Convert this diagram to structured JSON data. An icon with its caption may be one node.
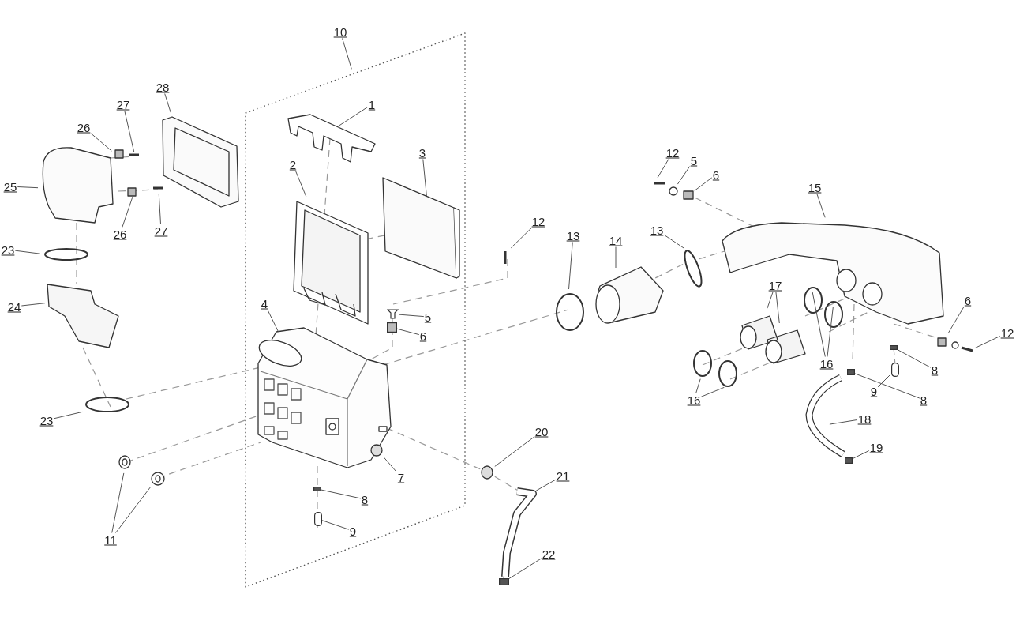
{
  "diagram": {
    "nodes": [
      {
        "text": [
          "10"
        ]
      },
      {
        "text": [
          "28"
        ]
      },
      {
        "text": [
          "1"
        ]
      },
      {
        "text": [
          "27"
        ]
      },
      {
        "text": [
          "26"
        ]
      },
      {
        "text": [
          "12"
        ]
      },
      {
        "text": [
          "5"
        ]
      },
      {
        "text": [
          "3"
        ]
      },
      {
        "text": [
          "6"
        ]
      },
      {
        "text": [
          "2"
        ]
      },
      {
        "text": [
          "25"
        ]
      },
      {
        "text": [
          "15"
        ]
      },
      {
        "text": [
          "12"
        ]
      },
      {
        "text": [
          "13"
        ]
      },
      {
        "text": [
          "13"
        ]
      },
      {
        "text": [
          "14"
        ]
      },
      {
        "text": [
          "26"
        ]
      },
      {
        "text": [
          "27"
        ]
      },
      {
        "text": [
          "23"
        ]
      },
      {
        "text": [
          "17"
        ]
      },
      {
        "text": [
          "6"
        ]
      },
      {
        "text": [
          "24"
        ]
      },
      {
        "text": [
          "4"
        ]
      },
      {
        "text": [
          "5"
        ]
      },
      {
        "text": [
          "6"
        ]
      },
      {
        "text": [
          "12"
        ]
      },
      {
        "text": [
          "16"
        ]
      },
      {
        "text": [
          "8"
        ]
      },
      {
        "text": [
          "9"
        ]
      },
      {
        "text": [
          "8"
        ]
      },
      {
        "text": [
          "16"
        ]
      },
      {
        "text": [
          "18"
        ]
      },
      {
        "text": [
          "23"
        ]
      },
      {
        "text": [
          "20"
        ]
      },
      {
        "text": [
          "19"
        ]
      },
      {
        "text": [
          "21"
        ]
      },
      {
        "text": [
          "7"
        ]
      },
      {
        "text": [
          "8"
        ]
      },
      {
        "text": [
          "9"
        ]
      },
      {
        "text": [
          "11"
        ]
      },
      {
        "text": [
          "22"
        ]
      },
      {
        "text": [],
        "shape": "box"
      },
      {
        "text": [],
        "shape": "box"
      },
      {
        "text": [],
        "shape": "picture"
      },
      {
        "text": [],
        "shape": "box"
      },
      {
        "text": [],
        "shape": "box"
      },
      {
        "text": [],
        "shape": "box"
      },
      {
        "text": [],
        "shape": "box"
      },
      {
        "text": [],
        "shape": "box"
      },
      {
        "text": [],
        "shape": "box"
      }
    ],
    "edges": [
      {
        "from": 0,
        "to": null,
        "arrow": "none"
      },
      {
        "from": 1,
        "to": null,
        "arrow": "none"
      },
      {
        "from": 2,
        "to": null,
        "arrow": "none"
      },
      {
        "from": 3,
        "to": null,
        "arrow": "none"
      },
      {
        "from": 4,
        "to": null,
        "arrow": "none"
      },
      {
        "from": 5,
        "to": null,
        "arrow": "none"
      },
      {
        "from": 6,
        "to": null,
        "arrow": "none"
      },
      {
        "from": 7,
        "to": null,
        "arrow": "none"
      },
      {
        "from": 8,
        "to": null,
        "arrow": "none"
      },
      {
        "from": 9,
        "to": null,
        "arrow": "none"
      },
      {
        "from": 10,
        "to": null,
        "arrow": "none"
      },
      {
        "from": 11,
        "to": null,
        "arrow": "none"
      },
      {
        "from": 12,
        "to": null,
        "arrow": "none"
      },
      {
        "from": 13,
        "to": null,
        "arrow": "none"
      },
      {
        "from": 14,
        "to": null,
        "arrow": "none"
      },
      {
        "from": 15,
        "to": null,
        "arrow": "none"
      },
      {
        "from": 16,
        "to": null,
        "arrow": "none"
      },
      {
        "from": 17,
        "to": null,
        "arrow": "none"
      },
      {
        "from": 18,
        "to": null,
        "arrow": "none"
      },
      {
        "from": 19,
        "to": null,
        "arrow": "none"
      },
      {
        "from": 19,
        "to": null,
        "arrow": "none"
      },
      {
        "from": 20,
        "to": null,
        "arrow": "none"
      },
      {
        "from": 21,
        "to": null,
        "arrow": "none"
      },
      {
        "from": 22,
        "to": null,
        "arrow": "none"
      },
      {
        "from": 23,
        "to": 43,
        "arrow": "none"
      },
      {
        "from": 24,
        "to": 44,
        "arrow": "none"
      },
      {
        "from": 25,
        "to": null,
        "arrow": "none"
      },
      {
        "from": 26,
        "to": null,
        "arrow": "none"
      },
      {
        "from": 26,
        "to": null,
        "arrow": "none"
      },
      {
        "from": 27,
        "to": 48,
        "arrow": "none"
      },
      {
        "from": 28,
        "to": 49,
        "arrow": "none"
      },
      {
        "from": 29,
        "to": 47,
        "arrow": "none"
      },
      {
        "from": 30,
        "to": null,
        "arrow": "none"
      },
      {
        "from": 30,
        "to": null,
        "arrow": "none"
      },
      {
        "from": 31,
        "to": null,
        "arrow": "none"
      },
      {
        "from": 32,
        "to": null,
        "arrow": "none"
      },
      {
        "from": 33,
        "to": null,
        "arrow": "none"
      },
      {
        "from": 34,
        "to": 46,
        "arrow": "none"
      },
      {
        "from": 35,
        "to": null,
        "arrow": "none"
      },
      {
        "from": 36,
        "to": null,
        "arrow": "none"
      },
      {
        "from": 37,
        "to": 41,
        "arrow": "none"
      },
      {
        "from": 38,
        "to": 42,
        "arrow": "none"
      },
      {
        "from": 39,
        "to": null,
        "arrow": "none"
      },
      {
        "from": 39,
        "to": null,
        "arrow": "none"
      },
      {
        "from": 40,
        "to": 45,
        "arrow": "none"
      }
    ]
  }
}
